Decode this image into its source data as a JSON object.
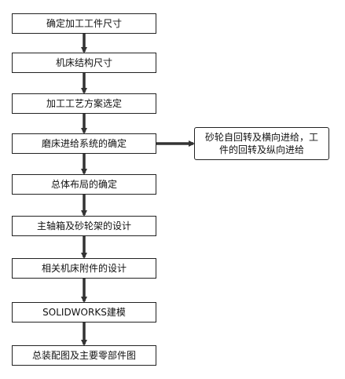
{
  "nodes": [
    {
      "label": "确定加工工件尺寸"
    },
    {
      "label": "机床结构尺寸"
    },
    {
      "label": "加工工艺方案选定"
    },
    {
      "label": "磨床进给系统的确定"
    },
    {
      "label": "总体布局的确定"
    },
    {
      "label": "主轴箱及砂轮架的设计"
    },
    {
      "label": "相关机床附件的设计"
    },
    {
      "label": "SOLIDWORKS建模"
    },
    {
      "label": "总装配图及主要零部件图"
    }
  ],
  "side_note": {
    "label": "砂轮自回转及横向进给，工件的回转及纵向进给"
  },
  "colors": {
    "stroke": "#222222",
    "arrow": "#333333"
  }
}
